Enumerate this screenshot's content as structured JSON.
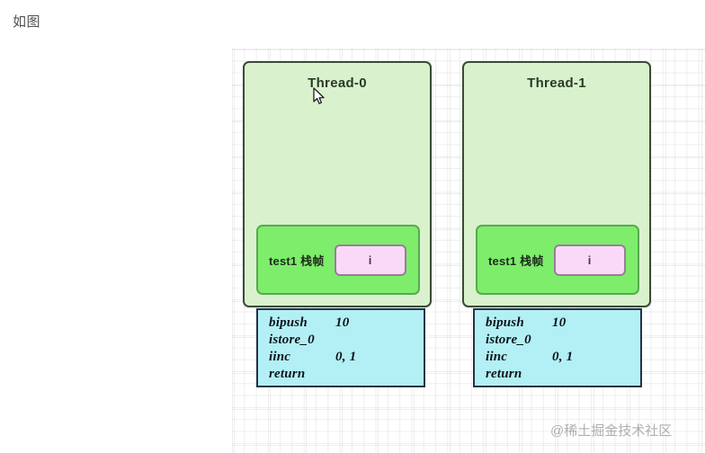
{
  "page": {
    "heading": "如图",
    "watermark": "@稀土掘金技术社区"
  },
  "colors": {
    "thread_box_fill": "#d9f2cd",
    "thread_box_border": "#3b4b37",
    "frame_box_fill": "#7ded6b",
    "frame_box_border": "#59a851",
    "var_box_fill": "#f9d9f7",
    "var_box_border": "#9a7d98",
    "bytecode_box_fill": "#b2f0f5",
    "bytecode_box_border": "#243246",
    "canvas_grid": "#c8c8cd",
    "heading_text": "#515151"
  },
  "threads": [
    {
      "title": "Thread-0",
      "frame_label": "test1 栈帧",
      "variable": "i"
    },
    {
      "title": "Thread-1",
      "frame_label": "test1 栈帧",
      "variable": "i"
    }
  ],
  "bytecode_blocks": [
    {
      "instructions": [
        {
          "op": "bipush",
          "arg": "10"
        },
        {
          "op": "istore_0",
          "arg": ""
        },
        {
          "op": "iinc",
          "arg": "0, 1"
        },
        {
          "op": "return",
          "arg": ""
        }
      ]
    },
    {
      "instructions": [
        {
          "op": "bipush",
          "arg": "10"
        },
        {
          "op": "istore_0",
          "arg": ""
        },
        {
          "op": "iinc",
          "arg": "0, 1"
        },
        {
          "op": "return",
          "arg": ""
        }
      ]
    }
  ]
}
